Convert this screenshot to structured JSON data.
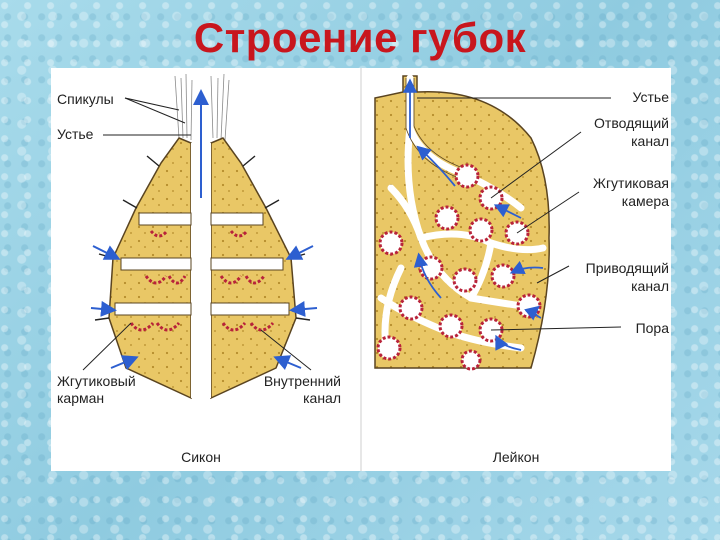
{
  "slide": {
    "title": "Строение губок"
  },
  "sycon": {
    "caption": "Сикон",
    "labels": {
      "spicules": "Спикулы",
      "osculum": "Устье",
      "flagellated_pocket_1": "Жгутиковый",
      "flagellated_pocket_2": "карман",
      "inner_canal_1": "Внутренний",
      "inner_canal_2": "канал"
    }
  },
  "leucon": {
    "caption": "Лейкон",
    "labels": {
      "osculum": "Устье",
      "excurrent_1": "Отводящий",
      "excurrent_2": "канал",
      "chamber_1": "Жгутиковая",
      "chamber_2": "камера",
      "incurrent_1": "Приводящий",
      "incurrent_2": "канал",
      "pore": "Пора"
    }
  },
  "colors": {
    "title": "#c8161d",
    "tissue": "#e9c766",
    "tissue_dark": "#c9a13e",
    "canal": "#f4f7ff",
    "flagella": "#b8233a",
    "flow_arrow": "#2d5fd0",
    "label_line": "#222222"
  }
}
